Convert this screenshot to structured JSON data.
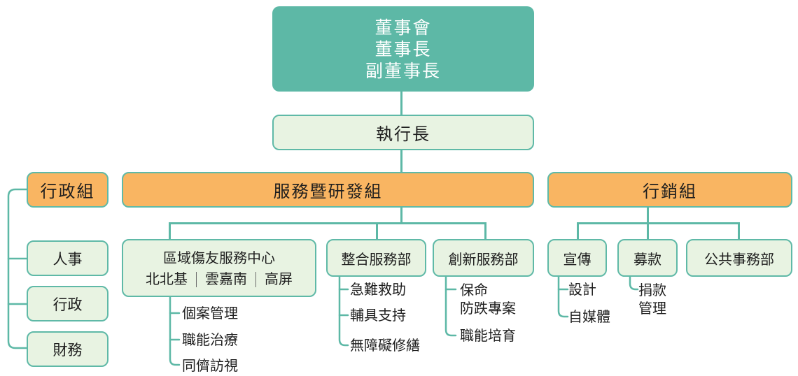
{
  "board": {
    "line1": "董事會",
    "line2": "董事長",
    "line3": "副董事長"
  },
  "ceo": {
    "label": "執行長"
  },
  "groups": {
    "admin": {
      "label": "行政組",
      "children": [
        "人事",
        "行政",
        "財務"
      ]
    },
    "service": {
      "label": "服務暨研發組"
    },
    "marketing": {
      "label": "行銷組"
    }
  },
  "service_units": {
    "regional": {
      "line1": "區域傷友服務中心",
      "regions": [
        "北北基",
        "雲嘉南",
        "高屏"
      ],
      "items": [
        "個案管理",
        "職能治療",
        "同儕訪視"
      ]
    },
    "integrated": {
      "label": "整合服務部",
      "items": [
        "急難救助",
        "輔具支持",
        "無障礙修繕"
      ]
    },
    "innovation": {
      "label": "創新服務部",
      "items": [
        "保命\n防跌專案",
        "職能培育"
      ]
    }
  },
  "marketing_units": {
    "promotion": {
      "label": "宣傳",
      "items": [
        "設計",
        "自媒體"
      ]
    },
    "fundraising": {
      "label": "募款",
      "items": [
        "捐款\n管理"
      ]
    },
    "public_affairs": {
      "label": "公共事務部"
    }
  },
  "colors": {
    "teal": "#5db8a6",
    "light_green": "#e8f3e2",
    "orange": "#f9b562"
  }
}
